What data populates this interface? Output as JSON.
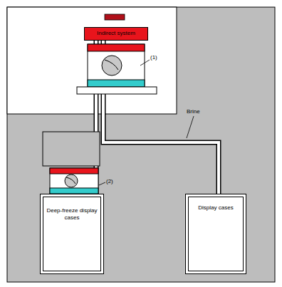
{
  "diagram": {
    "nodes": [
      {
        "text": [
          "Indirect system"
        ]
      },
      {
        "text": [
          "Deep-freeze display cases"
        ]
      },
      {
        "text": [
          "Display cases"
        ]
      }
    ],
    "edges": [
      {
        "from": 0,
        "to": 2,
        "arrow": "none"
      },
      {
        "from": 0,
        "to": 1,
        "arrow": "none"
      }
    ],
    "labels": [
      "(1)",
      "(2)",
      "Brine"
    ]
  }
}
